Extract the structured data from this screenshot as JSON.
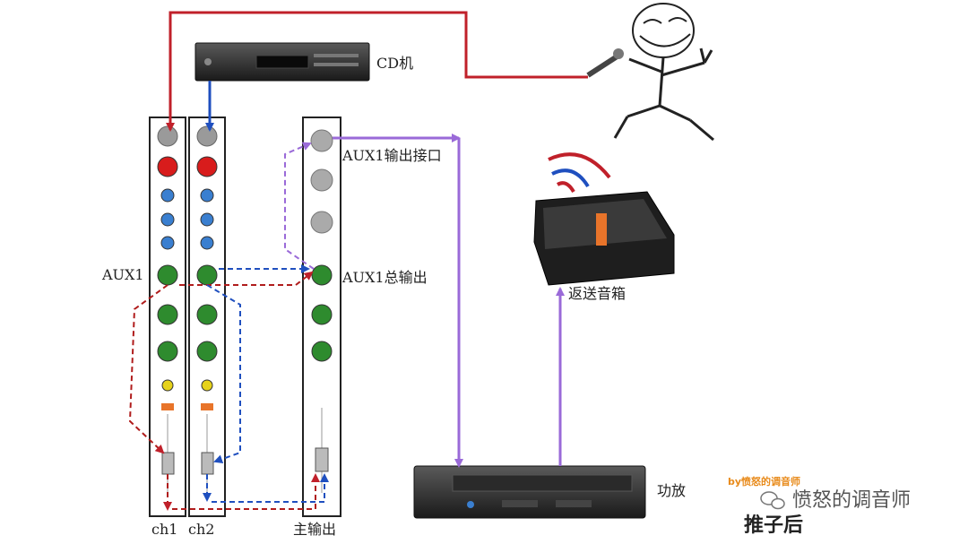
{
  "labels": {
    "cd_player": "CD机",
    "aux1_output_port": "AUX1输出接口",
    "aux1_knob": "AUX1",
    "aux1_master": "AUX1总输出",
    "monitor_speaker": "返送音箱",
    "amplifier": "功放",
    "ch1": "ch1",
    "ch2": "ch2",
    "main_out": "主输出",
    "post_fader": "推子后"
  },
  "watermark": {
    "small_text": "by愤怒的调音师",
    "account_name": "愤怒的调音师"
  },
  "colors": {
    "mic_path": "#c0202a",
    "cd_path": "#1f4fbf",
    "aux_path": "#9a6ad8",
    "strip_border": "#222222",
    "knob_green": "#2e8b2e",
    "knob_blue": "#3a7fd0",
    "knob_red": "#d81c1c",
    "knob_yellow": "#e6d21a"
  }
}
